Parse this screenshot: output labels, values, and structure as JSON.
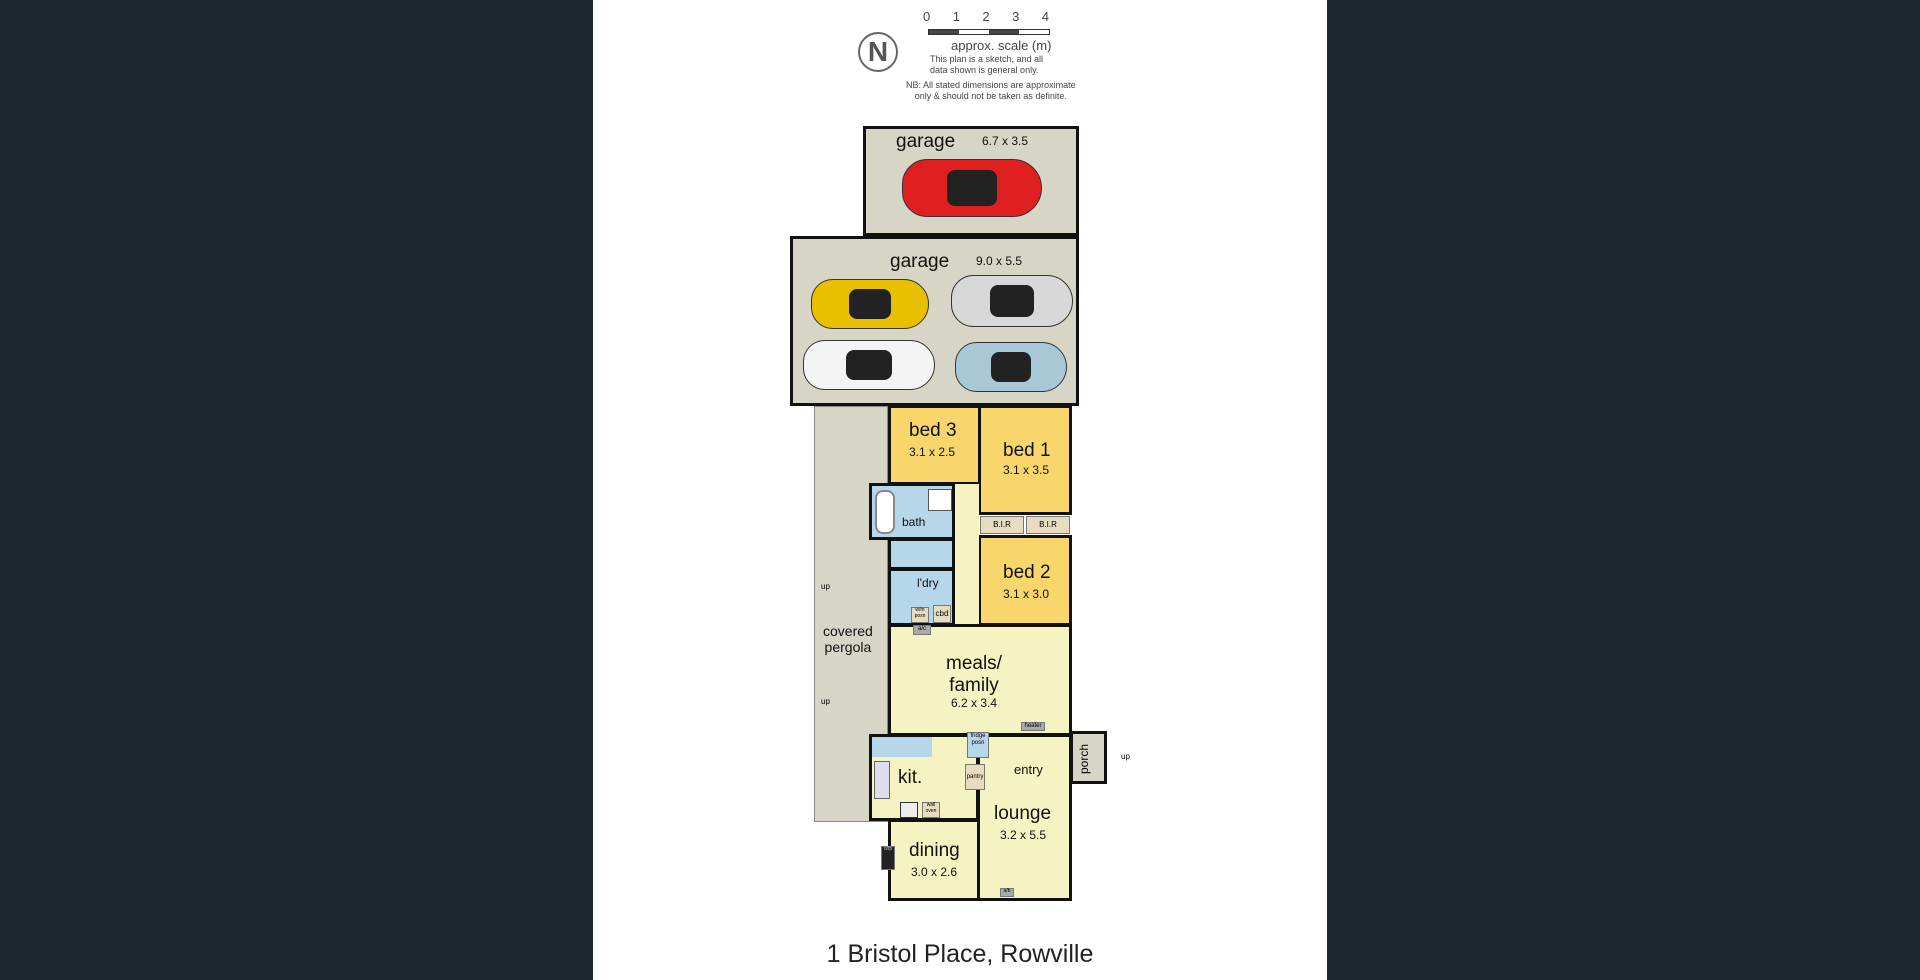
{
  "scale": {
    "ticks": [
      "0",
      "1",
      "2",
      "3",
      "4"
    ],
    "label": "approx. scale (m)"
  },
  "compass": "N",
  "disclaimer": {
    "line1": "This plan is a sketch, and all",
    "line2": "data shown is general only.",
    "nb1": "NB: All stated dimensions are approximate",
    "nb2": "only & should not be taken as definite."
  },
  "rooms": {
    "garage1": {
      "name": "garage",
      "dim": "6.7 x 3.5"
    },
    "garage2": {
      "name": "garage",
      "dim": "9.0 x 5.5"
    },
    "bed3": {
      "name": "bed 3",
      "dim": "3.1 x 2.5"
    },
    "bed1": {
      "name": "bed 1",
      "dim": "3.1 x 3.5"
    },
    "bed2": {
      "name": "bed 2",
      "dim": "3.1 x 3.0"
    },
    "bath": {
      "name": "bath"
    },
    "ldry": {
      "name": "l'dry"
    },
    "pergola": {
      "name1": "covered",
      "name2": "pergola"
    },
    "meals": {
      "name1": "meals/",
      "name2": "family",
      "dim": "6.2 x 3.4"
    },
    "kit": {
      "name": "kit."
    },
    "entry": {
      "name": "entry"
    },
    "porch": {
      "name": "porch"
    },
    "lounge": {
      "name": "lounge",
      "dim": "3.2 x 5.5"
    },
    "dining": {
      "name": "dining",
      "dim": "3.0 x 2.6"
    }
  },
  "fixtures": {
    "bir": "B.I.R",
    "cbd": "cbd",
    "ac": "a/c",
    "wm": "w/m posn",
    "heater": "heater",
    "fridge": "fridge posn",
    "pantry": "pantry",
    "oven": "wall oven",
    "ofp": "o/fp",
    "ab": "a/b",
    "up": "up"
  },
  "colors": {
    "car1": "#e02020",
    "car2": "#e8c000",
    "car3": "#d8d8d8",
    "car4": "#f4f4f4",
    "car5": "#a8c8d8"
  },
  "title": "1 Bristol Place, Rowville"
}
